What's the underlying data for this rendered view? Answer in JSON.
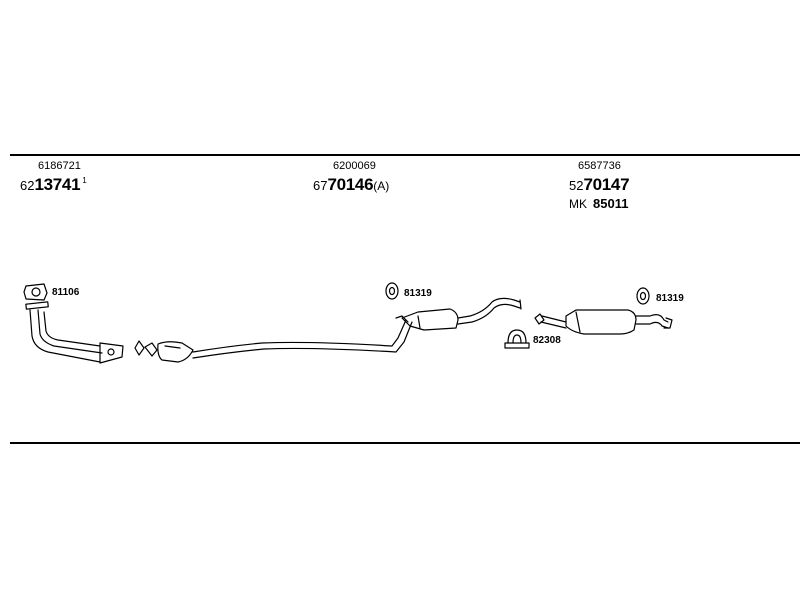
{
  "groups": [
    {
      "ref": "6186721",
      "prefix": "62",
      "main": "13741",
      "superscript": "1"
    },
    {
      "ref": "6200069",
      "prefix": "67",
      "main": "70146",
      "suffix": "(A)"
    },
    {
      "ref": "6587736",
      "prefix": "52",
      "main": "70147",
      "kit_label": "MK",
      "kit_number": "85011"
    }
  ],
  "parts": {
    "gasket_1": "81106",
    "hanger_1": "81319",
    "hanger_2": "81319",
    "clamp": "82308"
  }
}
